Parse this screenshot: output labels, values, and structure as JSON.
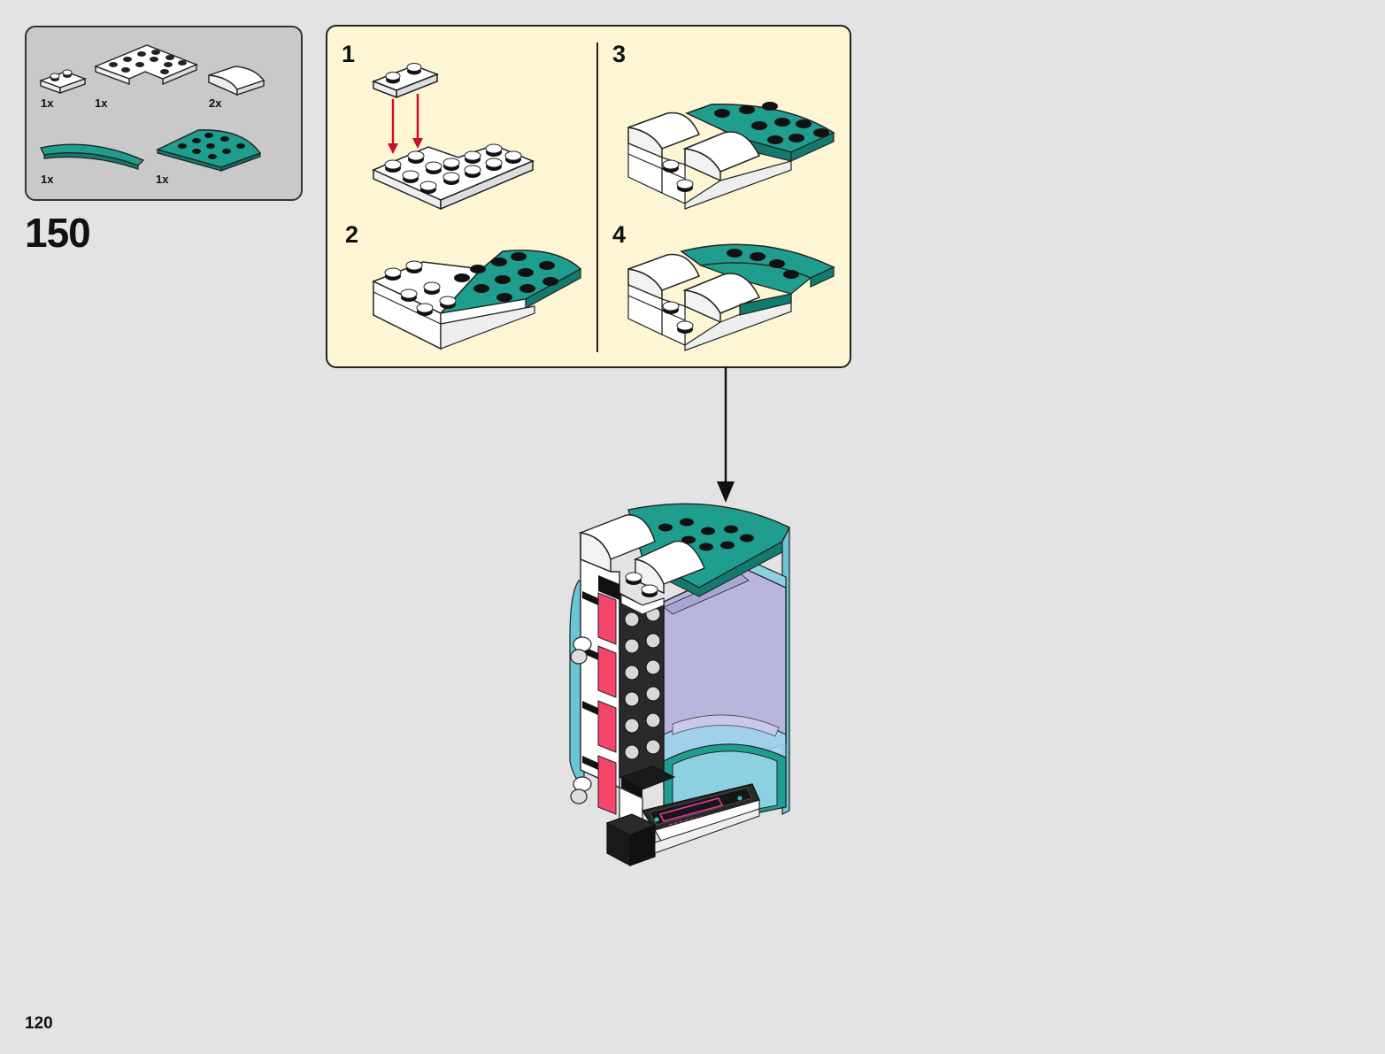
{
  "colors": {
    "background": "#e3e3e3",
    "parts_panel": "#c9c9c9",
    "sub_panel": "#fdf5d3",
    "teal": "#1f9e8f",
    "white_brick": "#ffffff",
    "pink": "#f5456b",
    "lavender": "#b8b6dd",
    "arrow": "#111111",
    "red_arrow": "#c8102e"
  },
  "parts": [
    {
      "qty": "1x",
      "icon": "white-plate-1x2-icon"
    },
    {
      "qty": "1x",
      "icon": "white-corner-plate-icon"
    },
    {
      "qty": "2x",
      "icon": "white-curved-slope-icon"
    },
    {
      "qty": "1x",
      "icon": "teal-curved-plate-icon"
    },
    {
      "qty": "1x",
      "icon": "teal-quarter-round-plate-icon"
    }
  ],
  "step": {
    "number": "150"
  },
  "substeps": [
    {
      "label": "1"
    },
    {
      "label": "2"
    },
    {
      "label": "3"
    },
    {
      "label": "4"
    }
  ],
  "page": {
    "number": "120"
  }
}
